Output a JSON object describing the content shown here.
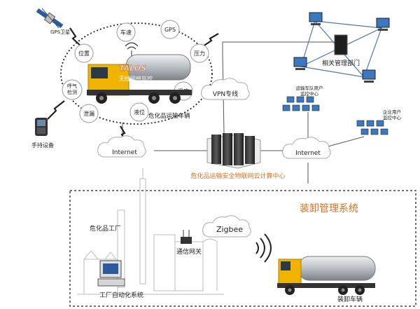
{
  "gps_label": "GPS卫星",
  "handheld_label": "手持设备",
  "truck_label": "危化品运输车辆",
  "truck_brand": "TALOS",
  "truck_subtitle": "无线网络监控",
  "sensors": [
    "车速",
    "GPS",
    "位置",
    "压力",
    "呼气\n检测",
    "温度",
    "泄漏",
    "液位"
  ],
  "internet_left": "Internet",
  "internet_right": "Internet",
  "vpn_label": "VPN专线",
  "cloud_center_label": "危化品运输安全物联网云计算中心",
  "dept_label": "相关管理部门",
  "transport_monitor_label": [
    "运输车队用户",
    "监控中心"
  ],
  "enterprise_monitor_label": [
    "企业用户",
    "监控中心"
  ],
  "loading_title": "装卸管理系统",
  "factory_label": "危化品工厂",
  "gateway_label": "通信网关",
  "zigbee_label": "Zigbee",
  "automation_label": "工厂自动化系统",
  "unload_truck_label": "装卸车辆",
  "colors": {
    "orange": "#e07020",
    "line": "#444444",
    "truck_cab": "#f0b400",
    "tank": "#c8ccd0"
  }
}
